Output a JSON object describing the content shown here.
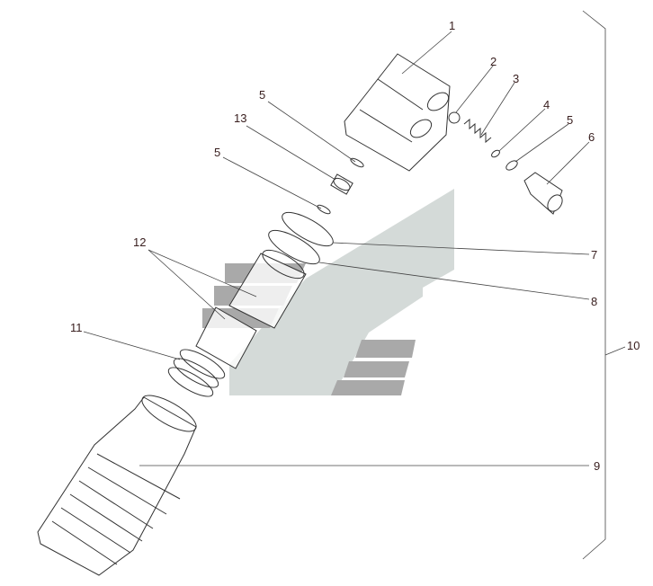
{
  "diagram": {
    "type": "exploded-parts-view",
    "callouts": {
      "c1": "1",
      "c2": "2",
      "c3": "3",
      "c4": "4",
      "c5a": "5",
      "c6": "6",
      "c5b": "5",
      "c13": "13",
      "c5c": "5",
      "c12": "12",
      "c11": "11",
      "c7": "7",
      "c8": "8",
      "c9": "9",
      "c10": "10"
    },
    "colors": {
      "label": "#3a2020",
      "line": "#444444",
      "watermark_light": "#d4dad8",
      "watermark_dark": "#a9a9a9"
    }
  }
}
